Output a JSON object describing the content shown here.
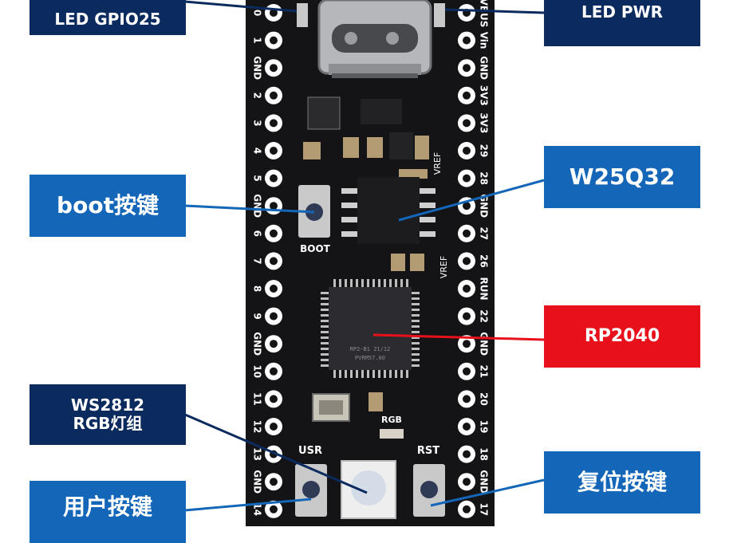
{
  "callouts": {
    "led_gpio25": "LED GPIO25",
    "led_pwr": "LED PWR",
    "boot_button": "boot按键",
    "flash_chip": "W25Q32",
    "mcu": "RP2040",
    "ws2812_line1": "WS2812",
    "ws2812_line2": "RGB灯组",
    "user_button": "用户按键",
    "reset_button": "复位按键"
  },
  "board": {
    "left_pins": [
      "0",
      "1",
      "GND",
      "2",
      "3",
      "4",
      "5",
      "GND",
      "6",
      "7",
      "8",
      "9",
      "GND",
      "10",
      "11",
      "12",
      "13",
      "GND",
      "14"
    ],
    "right_pins": [
      "VBUS",
      "Vin",
      "GND",
      "3V3",
      "3V3",
      "29",
      "28",
      "GND",
      "27",
      "26",
      "RUN",
      "22",
      "GND",
      "21",
      "20",
      "19",
      "18",
      "GND",
      "17"
    ],
    "silk_boot": "BOOT",
    "silk_usr": "USR",
    "silk_rst": "RST",
    "silk_rgb": "RGB",
    "silk_vref": "VREF",
    "silk_vref2": "VREF",
    "silk_chip": "RP2-B1 21/12",
    "silk_chip2": "PVRM57.00"
  },
  "colors": {
    "callout_dark": "#0b2a5e",
    "callout_blue": "#1466b8",
    "callout_red": "#e8101a",
    "board": "#141417",
    "pad": "#ffffff"
  }
}
